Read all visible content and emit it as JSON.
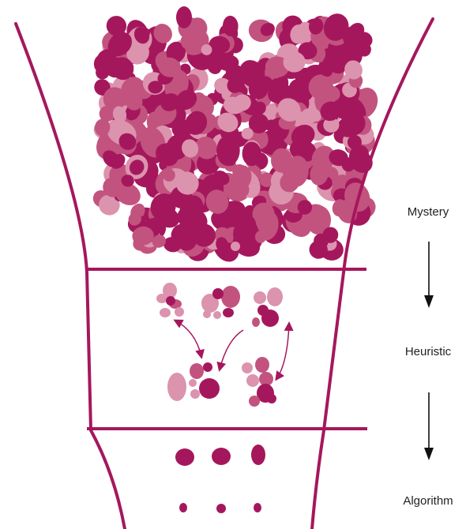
{
  "colors": {
    "primary": "#a5175d",
    "medium": "#c2537f",
    "light": "#dc93ad",
    "text": "#222222",
    "arrow": "#111111"
  },
  "stages": [
    {
      "label": "Mystery"
    },
    {
      "label": "Heuristic"
    },
    {
      "label": "Algorithm"
    }
  ],
  "flow_icon": "down-arrow-icon"
}
